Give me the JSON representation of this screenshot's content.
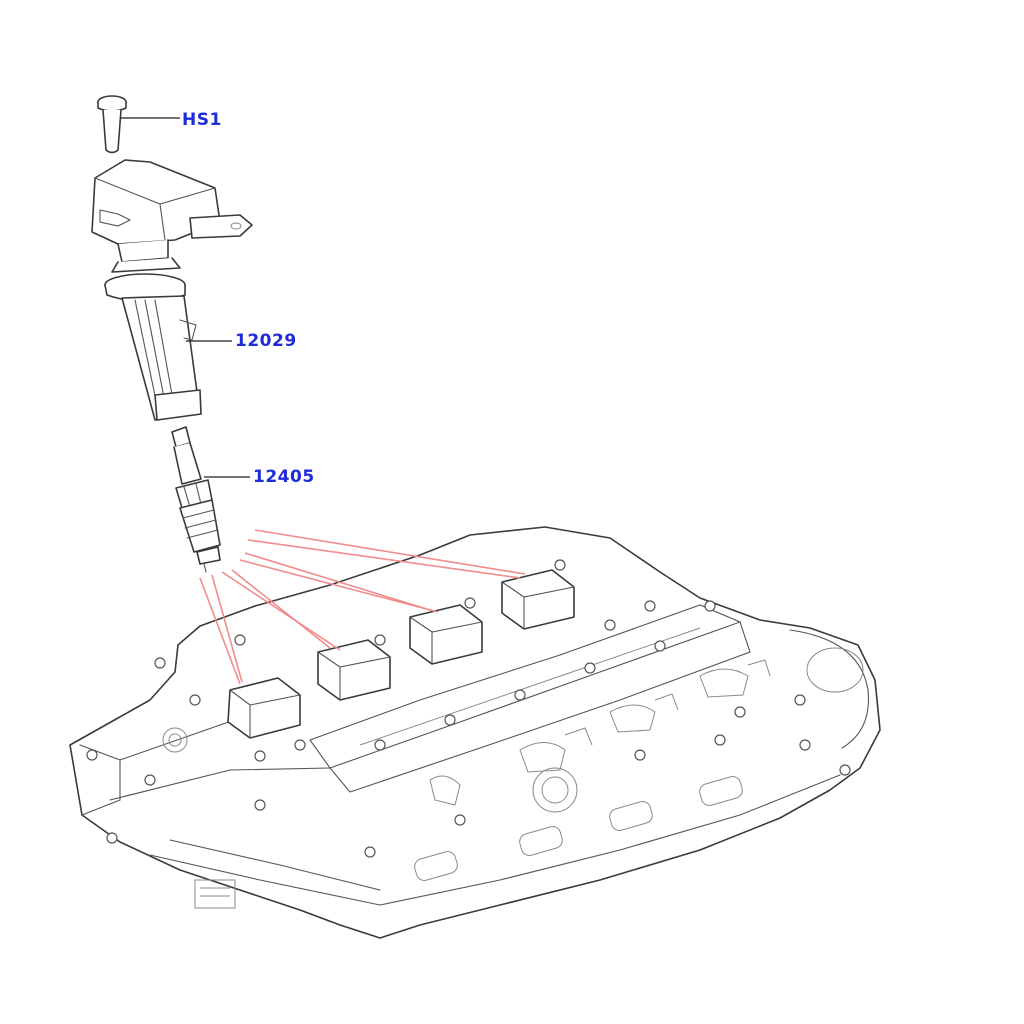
{
  "callouts": {
    "hs1": "HS1",
    "coil": "12029",
    "plug": "12405"
  },
  "colors": {
    "callout_text": "#1f2bd6",
    "location_lines": "#f08c8c",
    "line_art": "#3a3a3a"
  },
  "icons": [
    "bolt-icon",
    "ignition-coil-icon",
    "spark-plug-icon",
    "cylinder-head-icon"
  ]
}
